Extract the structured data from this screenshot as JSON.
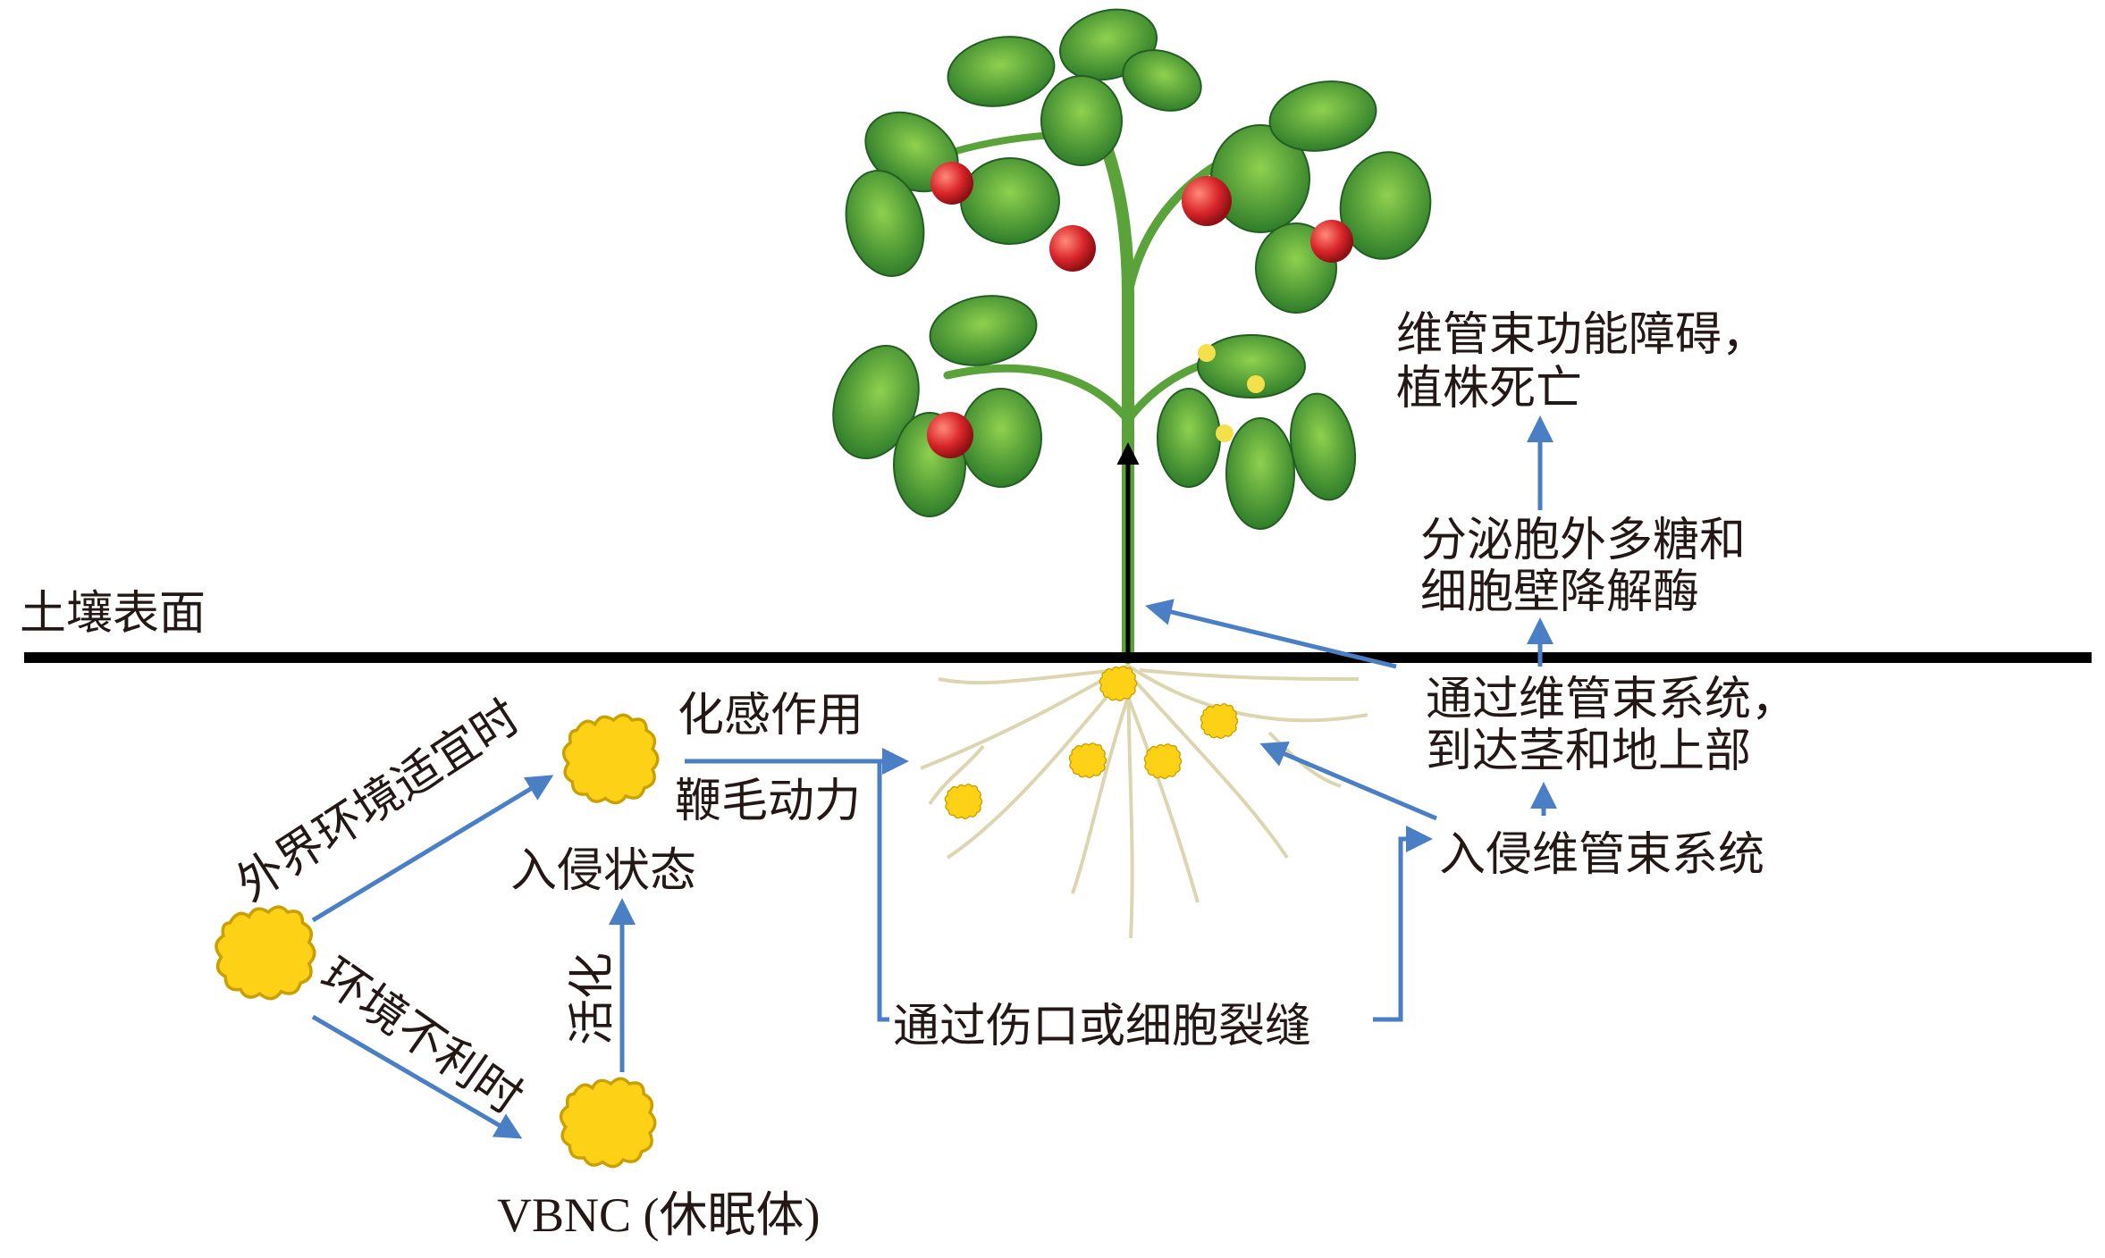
{
  "diagram": {
    "soil_surface_label": "土壤表面",
    "states": {
      "invasion_state": "入侵状态",
      "vbnc": "VBNC (休眠体)"
    },
    "transitions": {
      "favorable": "外界环境适宜时",
      "unfavorable": "环境不利时",
      "activation": "活化"
    },
    "mechanisms": {
      "chemotaxis": "化感作用",
      "flagellar_motility": "鞭毛动力"
    },
    "steps": {
      "entry": "通过伤口或细胞裂缝",
      "invade_vascular": "入侵维管束系统",
      "spread_line1": "通过维管束系统，",
      "spread_line2": "到达茎和地上部",
      "secrete_line1": "分泌胞外多糖和",
      "secrete_line2": "细胞壁降解酶",
      "outcome_line1": "维管束功能障碍，",
      "outcome_line2": "植株死亡"
    },
    "colors": {
      "arrow": "#4a7fc6",
      "bacteria": "#fcd116",
      "bacteria_edge": "#c9a000",
      "soil_line": "#000000",
      "leaf": "#3f9a35",
      "tomato": "#d9262b"
    }
  }
}
